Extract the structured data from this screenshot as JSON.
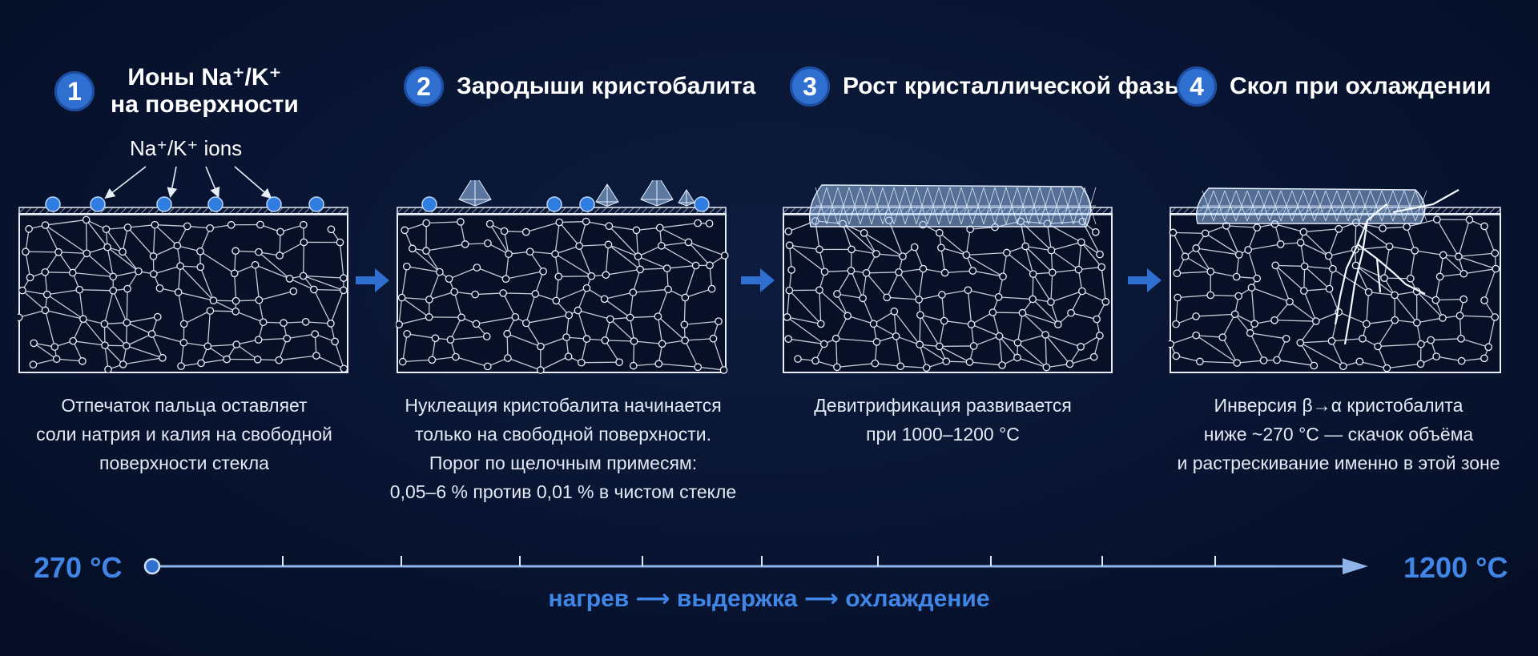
{
  "colors": {
    "accent": "#2f6fd0",
    "accent_text": "#3f86e6",
    "background": "#081431",
    "line": "#e8eef8",
    "ion": "#2f7de0",
    "crystal": "#9fc6f5"
  },
  "stages": [
    {
      "number": "1",
      "title_lines": [
        "Ионы Na⁺/K⁺",
        "на поверхности"
      ],
      "caption_lines": [
        "Отпечаток пальца оставляет",
        "соли натрия и калия на свободной",
        "поверхности стекла"
      ]
    },
    {
      "number": "2",
      "title_lines": [
        "Зародыши кристобалита"
      ],
      "caption_lines": [
        "Нуклеация кристобалита начинается",
        "только на свободной поверхности.",
        "Порог по щелочным примесям:",
        "0,05–6 % против 0,01 % в чистом стекле"
      ]
    },
    {
      "number": "3",
      "title_lines": [
        "Рост кристаллической фазы"
      ],
      "caption_lines": [
        "Девитрификация развивается",
        "при 1000–1200 °С"
      ]
    },
    {
      "number": "4",
      "title_lines": [
        "Скол при охлаждении"
      ],
      "caption_lines": [
        "Инверсия β→α кристобалита",
        "ниже ~270 °С — скачок объёма",
        "и растрескивание именно в этой зоне"
      ]
    }
  ],
  "ions_label": "Na⁺/K⁺ ions",
  "timeline": {
    "start_label": "270 °С",
    "end_label": "1200 °С",
    "process_label": "нагрев ⟶ выдержка ⟶ охлаждение"
  }
}
